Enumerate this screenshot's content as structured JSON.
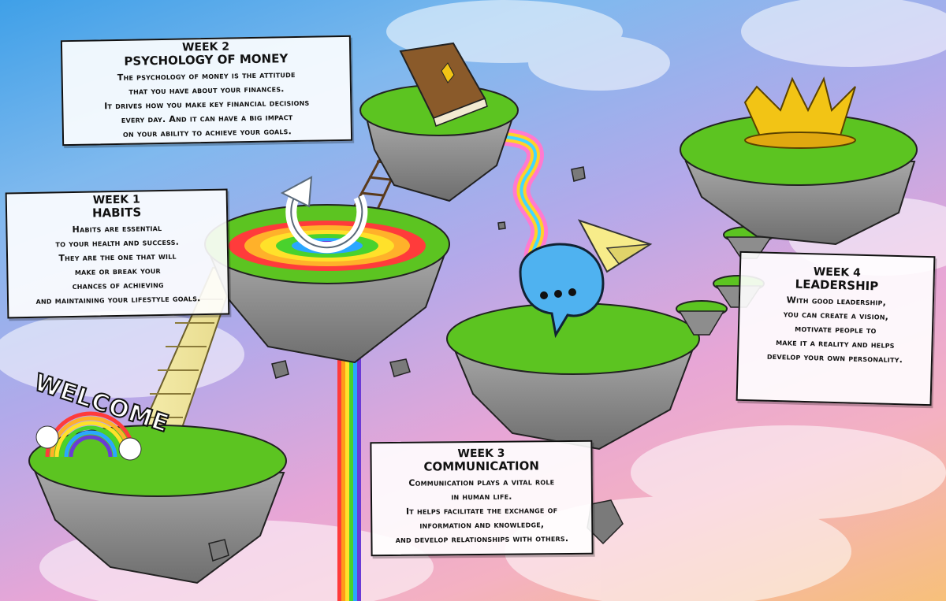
{
  "welcome_sign": "WELCOME",
  "cards": {
    "week1": {
      "week": "WEEK 1",
      "title": "HABITS",
      "lines": [
        "Habits are essential",
        "to your health and success.",
        "They are the one that will",
        "make or break your",
        "chances of achieving",
        "and  maintaining your lifestyle goals."
      ]
    },
    "week2": {
      "week": "WEEK 2",
      "title": "PSYCHOLOGY OF MONEY",
      "lines": [
        "The psychology of money is the attitude",
        "that you have about your finances.",
        "It drives how you make key financial decisions",
        "every day. And it can have a big impact",
        "on your ability to achieve your goals."
      ]
    },
    "week3": {
      "week": "WEEK 3",
      "title": "COMMUNICATION",
      "lines": [
        "Communication plays a vital role",
        "in human life.",
        "It helps facilitate the exchange of",
        "information and knowledge,",
        "and develop relationships with others."
      ]
    },
    "week4": {
      "week": "WEEK 4",
      "title": "LEADERSHIP",
      "lines": [
        "With good leadership,",
        "you can create a vision,",
        "motivate people to",
        "make it a reality and helps",
        "develop your own personality."
      ]
    }
  },
  "colors": {
    "grass": "#5cc421",
    "rock": "#8d8d8d",
    "gold": "#f2c415",
    "bubble": "#4fb2f0"
  },
  "icons": [
    "book-icon",
    "refresh-arrow-icon",
    "paper-plane-icon",
    "chat-bubble-icon",
    "crown-icon",
    "rainbow-icon"
  ]
}
